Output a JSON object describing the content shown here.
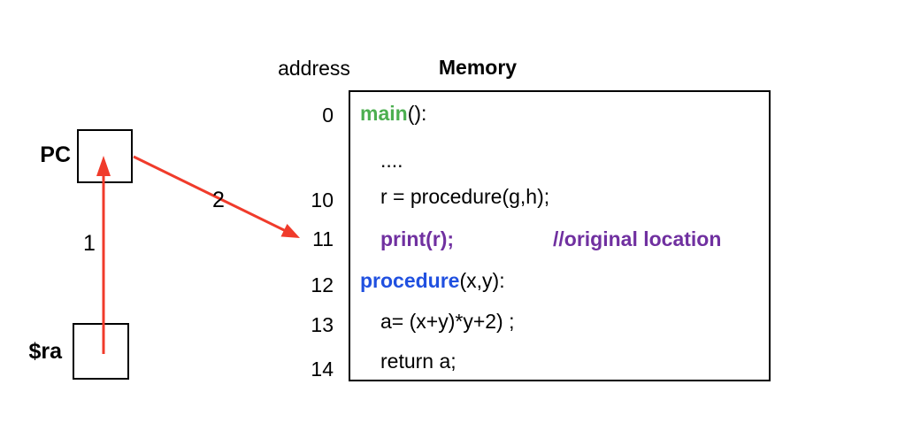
{
  "colors": {
    "arrow_red": "#F03B2B",
    "keyword_green": "#4CAF50",
    "keyword_blue": "#2050E0",
    "highlight_purple": "#7030A0",
    "line_black": "#000000"
  },
  "header": {
    "address_label": "address",
    "memory_label": "Memory"
  },
  "registers": {
    "pc_label": "PC",
    "ra_label": "$ra"
  },
  "arrows": {
    "arrow1_label": "1",
    "arrow2_label": "2"
  },
  "memory": {
    "rows": [
      {
        "address": "0",
        "indent": false,
        "segments": [
          {
            "name": "keyword-main",
            "text": "main",
            "class": "kw-green"
          },
          {
            "name": "code-text",
            "text": "():",
            "class": "plain"
          }
        ]
      },
      {
        "address": "",
        "indent": true,
        "segments": [
          {
            "name": "code-text",
            "text": "....",
            "class": "plain"
          }
        ]
      },
      {
        "address": "10",
        "indent": true,
        "segments": [
          {
            "name": "code-text",
            "text": "r = procedure(g,h);",
            "class": "plain"
          }
        ]
      },
      {
        "address": "11",
        "indent": true,
        "segments": [
          {
            "name": "highlighted-call",
            "text": "print(r);",
            "class": "purple"
          },
          {
            "name": "code-comment",
            "text": "//original location",
            "class": "purple comment"
          }
        ]
      },
      {
        "address": "12",
        "indent": false,
        "segments": [
          {
            "name": "keyword-procedure",
            "text": "procedure",
            "class": "kw-blue"
          },
          {
            "name": "code-text",
            "text": "(x,y):",
            "class": "plain"
          }
        ]
      },
      {
        "address": "13",
        "indent": true,
        "segments": [
          {
            "name": "code-text",
            "text": "a= (x+y)*y+2) ;",
            "class": "plain"
          }
        ]
      },
      {
        "address": "14",
        "indent": true,
        "segments": [
          {
            "name": "code-text",
            "text": "return a;",
            "class": "plain"
          }
        ]
      }
    ]
  }
}
